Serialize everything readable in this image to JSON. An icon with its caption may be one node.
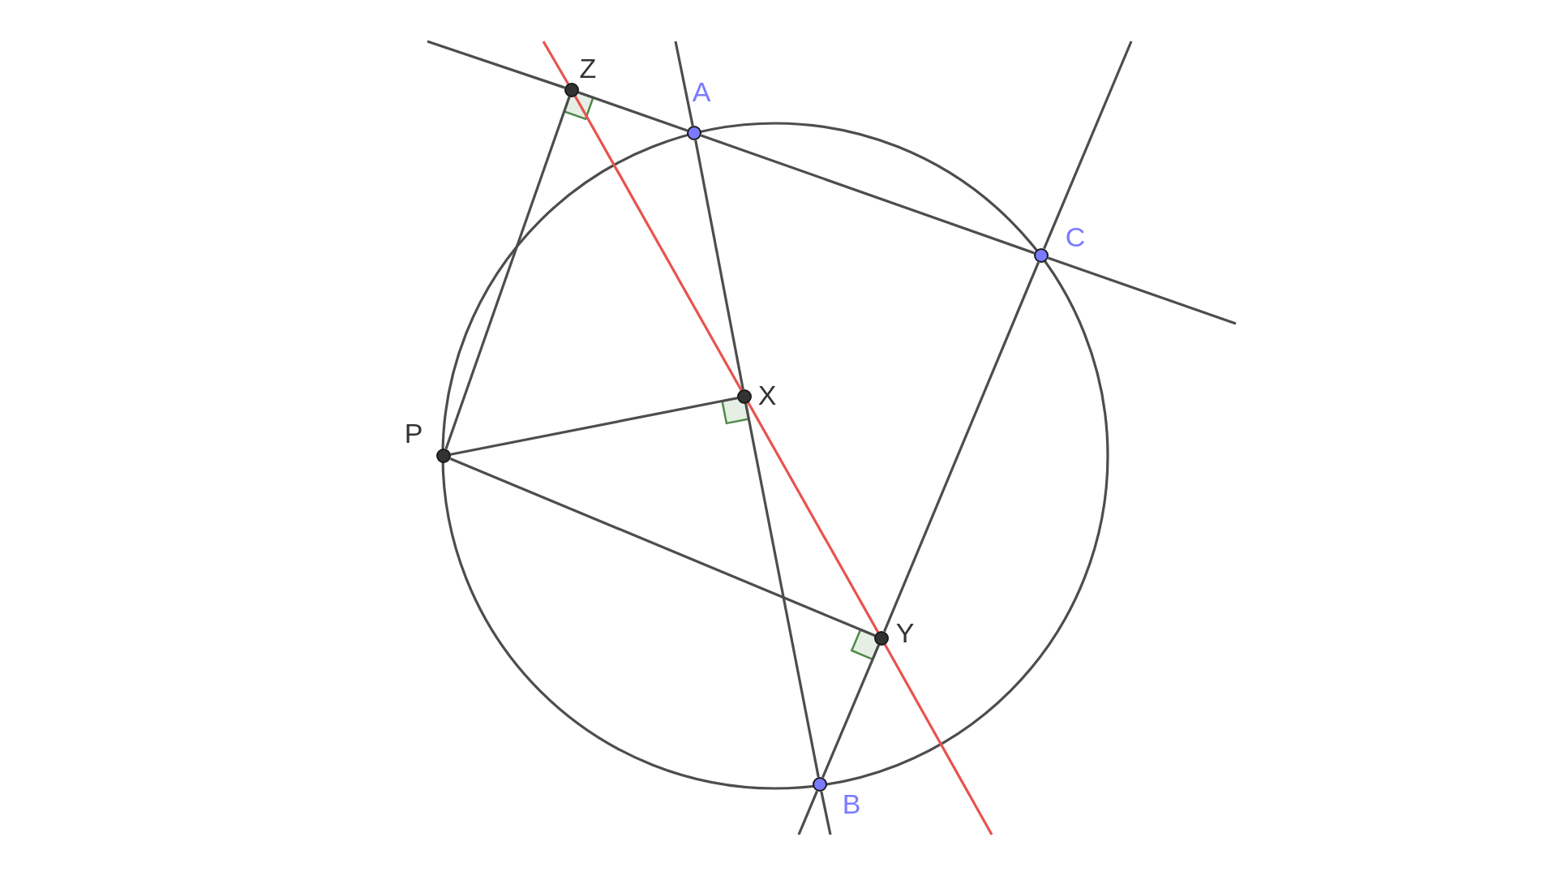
{
  "diagram": {
    "nodes": [
      {
        "text": [
          "Z"
        ]
      },
      {
        "text": [
          "A"
        ]
      },
      {
        "text": [
          "C"
        ]
      },
      {
        "text": [
          "P"
        ]
      },
      {
        "text": [
          "X"
        ]
      },
      {
        "text": [
          "Y"
        ]
      },
      {
        "text": [
          "B"
        ]
      }
    ],
    "edges": [
      {
        "from": null,
        "to": 0,
        "arrow": "none"
      },
      {
        "from": 0,
        "to": 1,
        "arrow": "none"
      },
      {
        "from": 1,
        "to": 2,
        "arrow": "none"
      },
      {
        "from": 2,
        "to": null,
        "arrow": "none"
      },
      {
        "from": null,
        "to": 1,
        "arrow": "none"
      },
      {
        "from": 1,
        "to": 4,
        "arrow": "none"
      },
      {
        "from": 4,
        "to": 6,
        "arrow": "none"
      },
      {
        "from": 6,
        "to": null,
        "arrow": "none"
      },
      {
        "from": null,
        "to": 6,
        "arrow": "none"
      },
      {
        "from": 6,
        "to": 5,
        "arrow": "none"
      },
      {
        "from": 5,
        "to": 2,
        "arrow": "none"
      },
      {
        "from": 2,
        "to": null,
        "arrow": "none"
      },
      {
        "from": null,
        "to": 0,
        "arrow": "none",
        "color": "#e8534e"
      },
      {
        "from": 0,
        "to": 5,
        "arrow": "none",
        "color": "#e8534e"
      },
      {
        "from": 5,
        "to": null,
        "arrow": "none",
        "color": "#e8534e"
      },
      {
        "from": 3,
        "to": 0,
        "arrow": "none"
      },
      {
        "from": 3,
        "to": 4,
        "arrow": "none"
      },
      {
        "from": 3,
        "to": 5,
        "arrow": "none"
      }
    ]
  }
}
